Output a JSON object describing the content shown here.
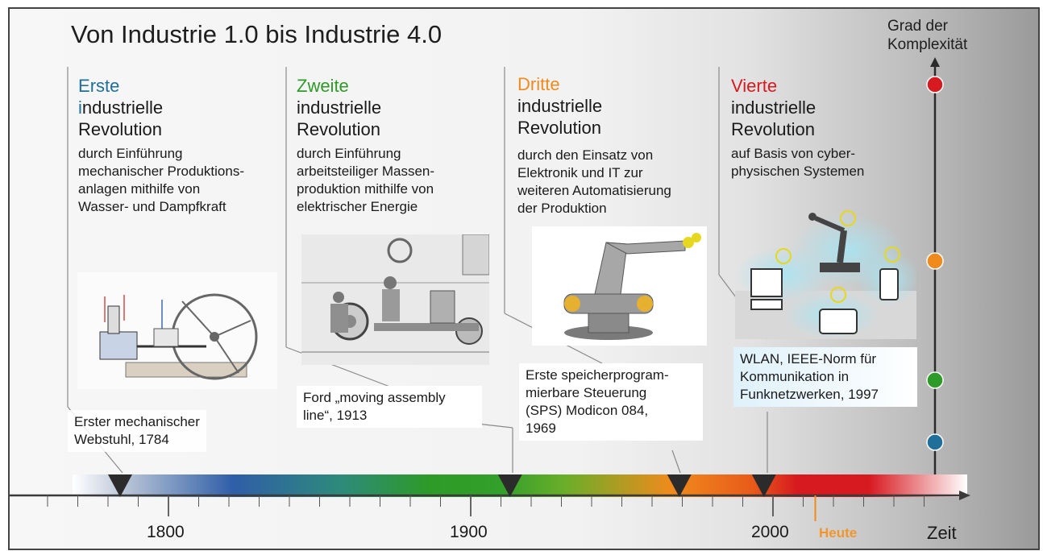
{
  "title": "Von Industrie 1.0 bis Industrie 4.0",
  "complexity_axis": {
    "label_line1": "Grad der",
    "label_line2": "Komplexität"
  },
  "revolutions": [
    {
      "ordinal_first_letter": "E",
      "ordinal_rest": "rste",
      "title_line2_first": "i",
      "title_line2_rest": "ndustrielle",
      "title_line3": "Revolution",
      "description": [
        "durch Einführung",
        "mechanischer Produktions-",
        "anlagen mithilfe von",
        "Wasser- und Dampfkraft"
      ],
      "color": "#1f6f9a"
    },
    {
      "ordinal": "Zweite",
      "title_line2": "industrielle",
      "title_line3": "Revolution",
      "description": [
        "durch Einführung",
        "arbeitsteiliger Massen-",
        "produktion mithilfe von",
        "elektrischer Energie"
      ],
      "color": "#2e9a27"
    },
    {
      "ordinal": "Dritte",
      "title_line2": "industrielle",
      "title_line3": "Revolution",
      "description": [
        "durch den Einsatz von",
        "Elektronik und IT zur",
        "weiteren Automatisierung",
        "der Produktion"
      ],
      "color": "#f08a1c"
    },
    {
      "ordinal": "Vierte",
      "title_line2": "industrielle",
      "title_line3": "Revolution",
      "description": [
        "auf Basis von cyber-",
        "physischen Systemen"
      ],
      "color": "#d71920"
    }
  ],
  "milestones": [
    {
      "lines": [
        "Erster mechanischer",
        "Webstuhl, 1784"
      ],
      "year": 1784
    },
    {
      "lines": [
        "Ford „moving assembly",
        "line“, 1913"
      ],
      "year": 1913
    },
    {
      "lines": [
        "Erste speicherprogram-",
        "mierbare Steuerung",
        "(SPS) Modicon 084,",
        "1969"
      ],
      "year": 1969
    },
    {
      "lines": [
        "WLAN, IEEE-Norm für",
        "Kommunikation  in",
        "Funknetzwerken,  1997"
      ],
      "year": 1997
    }
  ],
  "timeline": {
    "tick_labels": [
      "1800",
      "1900",
      "2000"
    ],
    "heute_label": "Heute",
    "heute_year": 2014,
    "zeit_label": "Zeit"
  },
  "complexity_levels": [
    {
      "level": 4,
      "color": "#d71920"
    },
    {
      "level": 3,
      "color": "#f08a1c"
    },
    {
      "level": 2,
      "color": "#2e9a27"
    },
    {
      "level": 1,
      "color": "#1f6f9a"
    }
  ],
  "colors": {
    "blue": "#1f6f9a",
    "green": "#2e9a27",
    "orange": "#f08a1c",
    "red": "#d71920"
  }
}
